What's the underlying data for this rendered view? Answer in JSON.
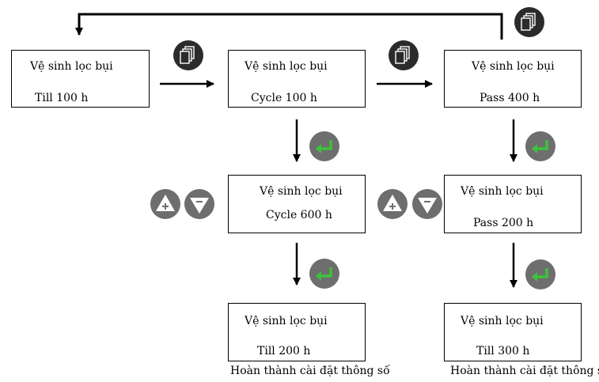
{
  "boxes": {
    "b1": {
      "title": "Vệ sinh lọc bụi",
      "value": "Till 100 h"
    },
    "b2": {
      "title": "Vệ sinh lọc bụi",
      "value": "Cycle 100 h"
    },
    "b3": {
      "title": "Vệ sinh lọc bụi",
      "value": "Pass 400 h"
    },
    "b4": {
      "title": "Vệ sinh lọc bụi",
      "value": "Cycle 600 h"
    },
    "b5": {
      "title": "Vệ sinh lọc bụi",
      "value": "Pass 200 h"
    },
    "b6": {
      "title": "Vệ sinh lọc bụi",
      "value": "Till 200 h"
    },
    "b7": {
      "title": "Vệ sinh lọc bụi",
      "value": "Till 300 h"
    }
  },
  "captions": {
    "c1": "Hoàn thành cài đặt thông số",
    "c2": "Hoàn thành cài đặt thông số"
  },
  "icons": {
    "page": "pages-icon",
    "enter": "enter-return-icon",
    "up": "triangle-up-plus-icon",
    "down": "triangle-down-minus-icon"
  },
  "colors": {
    "icon_dark": "#2b2b2b",
    "icon_gray": "#6e6e6e",
    "enter_green": "#3cc23c"
  }
}
